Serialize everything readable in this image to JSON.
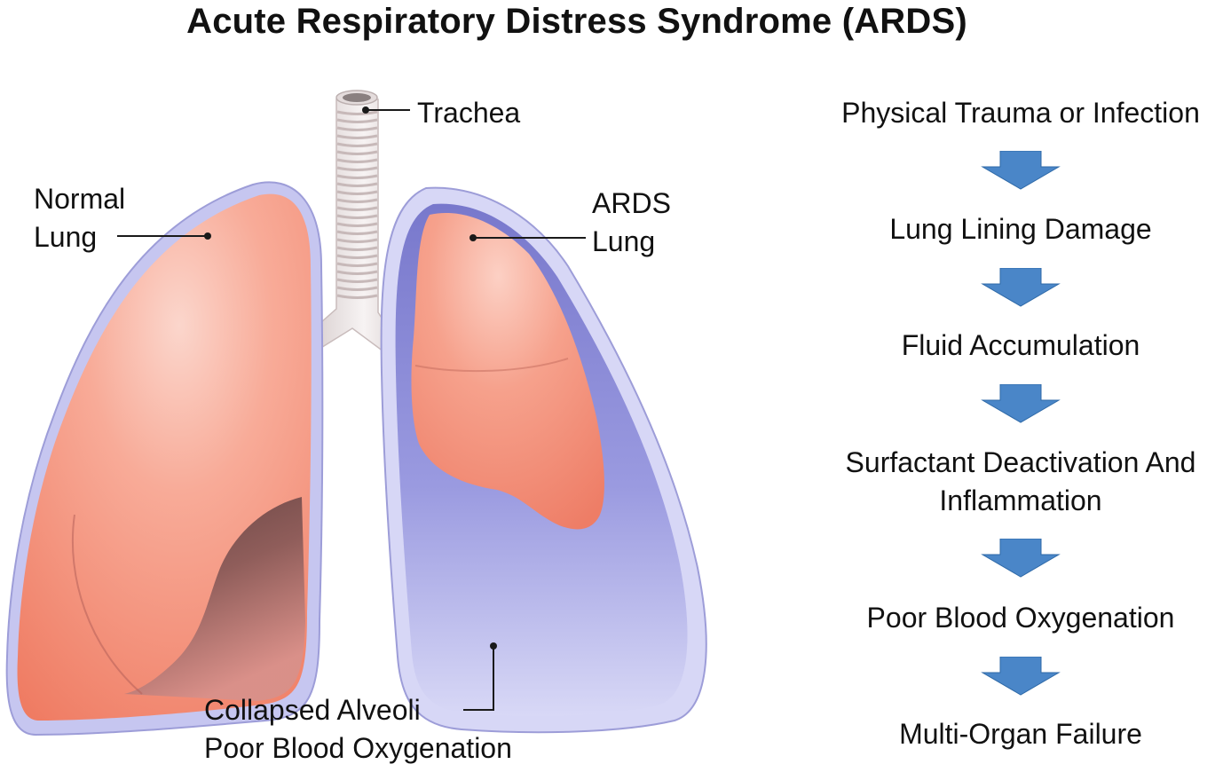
{
  "title": "Acute Respiratory Distress Syndrome (ARDS)",
  "labels": {
    "trachea": "Trachea",
    "normal_lung_line1": "Normal",
    "normal_lung_line2": "Lung",
    "ards_lung_line1": "ARDS",
    "ards_lung_line2": "Lung",
    "collapsed_line1": "Collapsed Alveoli",
    "collapsed_line2": "Poor Blood Oxygenation"
  },
  "flowchart": {
    "steps": [
      "Physical Trauma or Infection",
      "Lung Lining Damage",
      "Fluid Accumulation",
      "Surfactant Deactivation And",
      "Inflammation",
      "Poor Blood Oxygenation",
      "Multi-Organ Failure"
    ],
    "arrow_color": "#4a86c8"
  },
  "colors": {
    "lung_tissue": "#f4957d",
    "pleura": "#a7a7e6",
    "fluid": "#8c8cd6",
    "trachea": "#ece6e6"
  }
}
